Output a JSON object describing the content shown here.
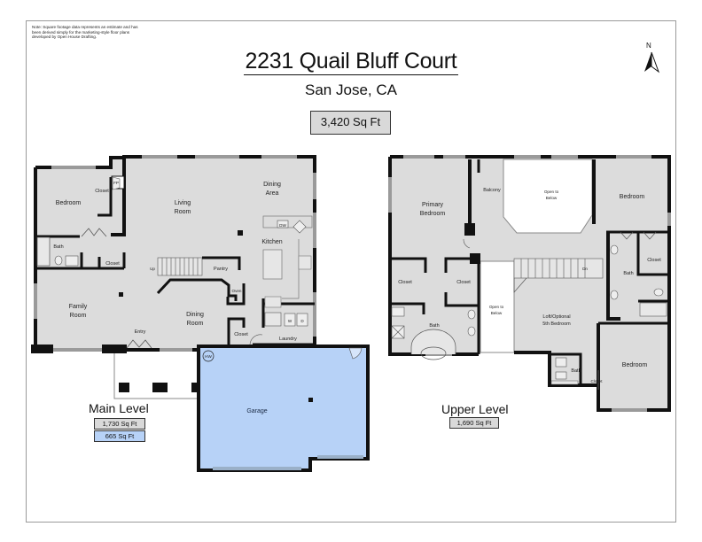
{
  "note": "Note: Square footage data represents an estimate and has been derived simply for the marketing-style floor plans developed by Open House Drafting.",
  "header": {
    "address": "2231 Quail Bluff Court",
    "city": "San Jose, CA",
    "total_sqft": "3,420 Sq Ft"
  },
  "compass": {
    "icon": "north-arrow-icon",
    "label": "N"
  },
  "colors": {
    "room_fill": "#dcdcdc",
    "wall": "#111111",
    "garage_fill": "#b7d2f7",
    "window": "#9a9a9a",
    "badge_gray": "#d9d9d9",
    "badge_blue": "#b7d2f7"
  },
  "main_level": {
    "label": "Main Level",
    "living_sqft": "1,730 Sq Ft",
    "garage_sqft": "665 Sq Ft",
    "rooms": {
      "bedroom": "Bedroom",
      "closet_bed": "Closet",
      "fireplace": "FP",
      "bath": "Bath",
      "closet_hall": "Closet",
      "living": [
        "Living",
        "Room"
      ],
      "dining_area": [
        "Dining",
        "Area"
      ],
      "dw": "DW",
      "kitchen": "Kitchen",
      "up": "Up",
      "pantry": "Pantry",
      "oven": "Oven",
      "family": [
        "Family",
        "Room"
      ],
      "entry": "Entry",
      "dining_room": [
        "Dining",
        "Room"
      ],
      "closet_laundry": "Closet",
      "washer": "W",
      "dryer": "D",
      "laundry": "Laundry",
      "water_heater": "HW",
      "garage": "Garage"
    }
  },
  "upper_level": {
    "label": "Upper Level",
    "sqft": "1,690 Sq Ft",
    "rooms": {
      "primary": [
        "Primary",
        "Bedroom"
      ],
      "balcony": "Balcony",
      "open_top": [
        "Open to",
        "Below"
      ],
      "bedroom_ne": "Bedroom",
      "closet_ne": "Closet",
      "bath_mid": "Bath",
      "closet_wic1": "Closet",
      "closet_wic2": "Closet",
      "dn": "Dn",
      "open_mid": [
        "Open to",
        "Below"
      ],
      "primary_bath": "Bath",
      "loft": [
        "Loft/Optional",
        "5th Bedroom"
      ],
      "bath_se": "Bath",
      "closet_se": "Closet",
      "bedroom_se": "Bedroom"
    }
  }
}
